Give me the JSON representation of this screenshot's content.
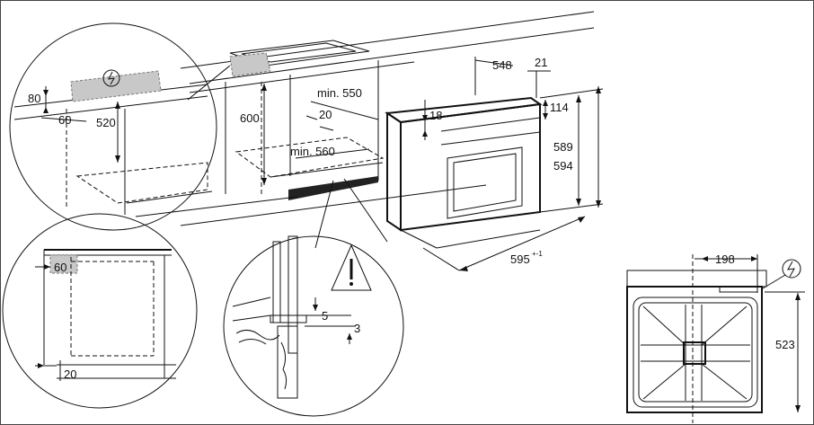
{
  "colors": {
    "line": "#111111",
    "highlight": "#c8c8c8",
    "background": "#ffffff"
  },
  "icons": {
    "power": "power-icon",
    "warning": "warning-icon"
  },
  "labels": {
    "d80": "80",
    "d60_top": "60",
    "d520": "520",
    "d600": "600",
    "d_min550": "min. 550",
    "d20_mid": "20",
    "d_min560": "min. 560",
    "d548": "548",
    "d21": "21",
    "d114": "114",
    "d18": "18",
    "d589": "589",
    "d594": "594",
    "d595": "595",
    "d595_tol": "+-1",
    "d60_left": "60",
    "d20_bottom": "20",
    "d5": "5",
    "d3": "3",
    "d198": "198",
    "d523": "523"
  }
}
